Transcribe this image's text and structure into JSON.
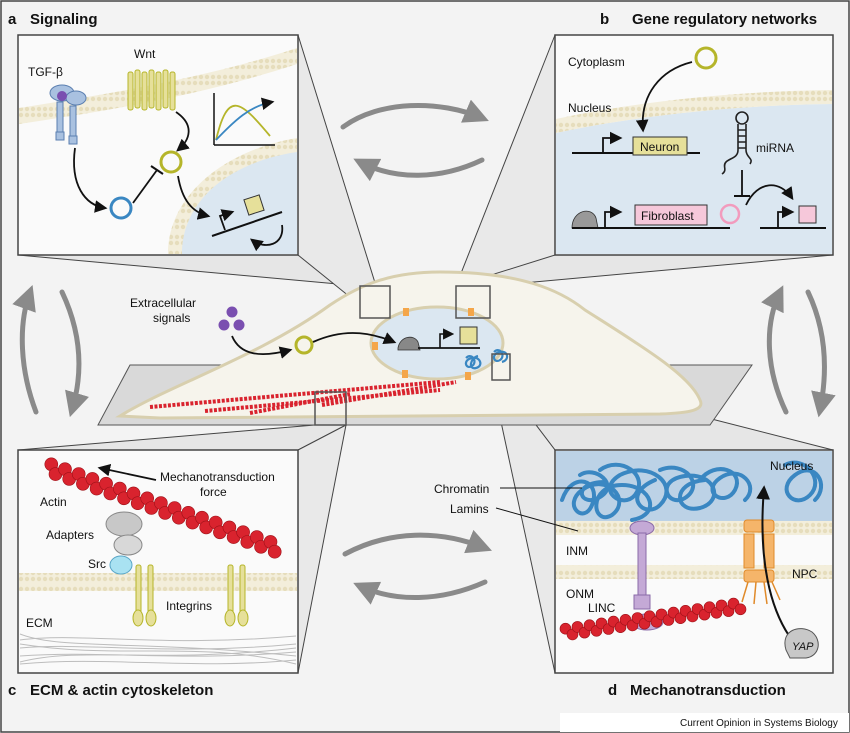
{
  "panels": {
    "a": {
      "letter": "a",
      "title": "Signaling",
      "labels": {
        "tgfb": "TGF-β",
        "wnt": "Wnt"
      }
    },
    "b": {
      "letter": "b",
      "title": "Gene regulatory networks",
      "labels": {
        "cytoplasm": "Cytoplasm",
        "nucleus": "Nucleus",
        "neuron": "Neuron",
        "mirna": "miRNA",
        "fibroblast": "Fibroblast"
      }
    },
    "c": {
      "letter": "c",
      "title": "ECM & actin cytoskeleton",
      "labels": {
        "mechano_line1": "Mechanotransduction",
        "mechano_line2": "force",
        "actin": "Actin",
        "adapters": "Adapters",
        "src": "Src",
        "integrins": "Integrins",
        "ecm": "ECM"
      }
    },
    "d": {
      "letter": "d",
      "title": "Mechanotransduction",
      "labels": {
        "nucleus": "Nucleus",
        "inm": "INM",
        "onm": "ONM",
        "npc": "NPC",
        "linc": "LINC",
        "yap": "YAP"
      }
    }
  },
  "center": {
    "extracellular_line1": "Extracellular",
    "extracellular_line2": "signals"
  },
  "callouts": {
    "chromatin": "Chromatin",
    "lamins": "Lamins"
  },
  "credit": "Current Opinion in Systems Biology",
  "colors": {
    "membrane": "#e9e2c6",
    "nucleoplasm": "#dbe7f1",
    "chromatin": "#3a87c2",
    "actin": "#d9232e",
    "olive": "#b5b52a",
    "signal": "#7a4fb0",
    "neuron_box": "#e6e09a",
    "fibroblast_box": "#f6c8da"
  }
}
